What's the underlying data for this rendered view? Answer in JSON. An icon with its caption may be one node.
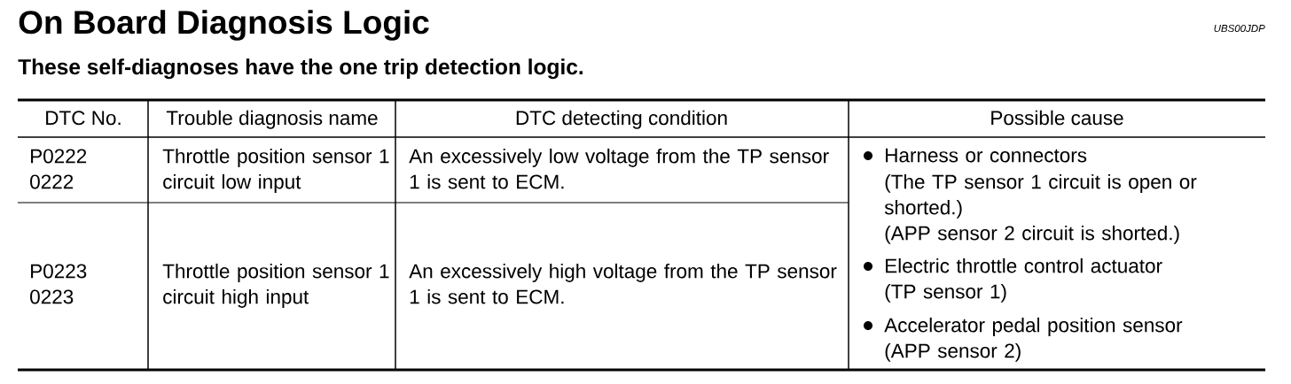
{
  "diagram": {
    "title": "On Board Diagnosis Logic",
    "labels": [
      "UBS00JDP",
      "These self-diagnoses have the one trip detection logic.",
      "DTC No.",
      "Trouble diagnosis name",
      "DTC detecting condition",
      "Possible cause",
      "P0222 0222",
      "Throttle position sensor 1 circuit low input",
      "An excessively low voltage from the TP sensor 1 is sent to ECM.",
      "Harness or connectors",
      "(The TP sensor 1 circuit is open or shorted.)",
      "(APP sensor 2 circuit is shorted.)",
      "Electric throttle control actuator",
      "(TP sensor 1)",
      "Accelerator pedal position sensor",
      "(APP sensor 2)",
      "P0223 0223",
      "Throttle position sensor 1 circuit high input",
      "An excessively high voltage from the TP sensor 1 is sent to ECM."
    ]
  }
}
